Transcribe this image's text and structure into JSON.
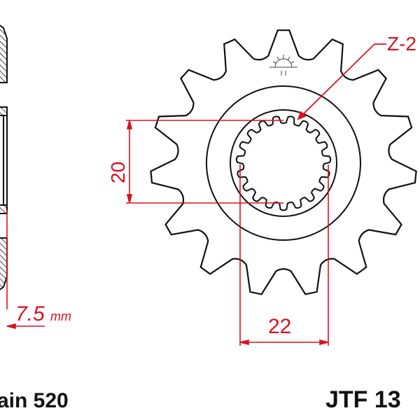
{
  "diagram": {
    "colors": {
      "outline": "#111111",
      "dimension": "#d9121f"
    },
    "sprocket": {
      "teeth": 15,
      "spline_teeth": 19
    },
    "labels": {
      "teeth_count": "Z-2",
      "spline_inner_dim": "20",
      "spline_outer_dim": "22",
      "thickness": "7.5",
      "thickness_unit": "mm",
      "chain": "ain 520",
      "part_number": "JTF 13"
    }
  }
}
